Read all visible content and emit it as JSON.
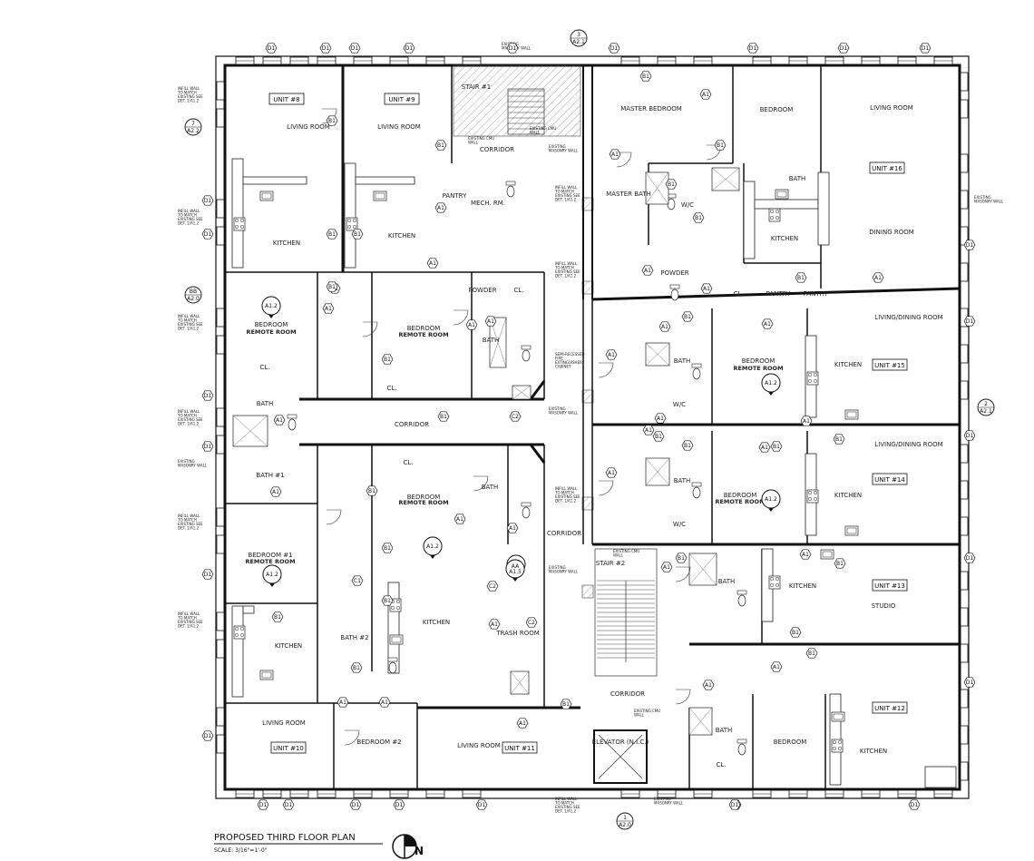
{
  "title": "PROPOSED THIRD FLOOR PLAN",
  "scale": "SCALE: 3/16\"=1'-0\"",
  "north_arrow": "N",
  "refs": {
    "top": "3\nA2.1",
    "left": "BB\nA2.0",
    "left_upper": "7\nA2.2",
    "right": "2\nA2.1",
    "bottom": "1\nA2.0"
  },
  "units": [
    {
      "key": "u8",
      "label": "UNIT #8"
    },
    {
      "key": "u9",
      "label": "UNIT #9"
    },
    {
      "key": "u16",
      "label": "UNIT #16"
    },
    {
      "key": "u15",
      "label": "UNIT #15"
    },
    {
      "key": "u14",
      "label": "UNIT #14"
    },
    {
      "key": "u13",
      "label": "UNIT #13"
    },
    {
      "key": "u12",
      "label": "UNIT #12"
    },
    {
      "key": "u10",
      "label": "UNIT #10"
    },
    {
      "key": "u11",
      "label": "UNIT #11"
    }
  ],
  "rooms": [
    {
      "key": "r1",
      "label": "LIVING ROOM"
    },
    {
      "key": "r2",
      "label": "LIVING ROOM"
    },
    {
      "key": "r3",
      "label": "STAIR #1"
    },
    {
      "key": "r4",
      "label": "CORRIDOR"
    },
    {
      "key": "r5",
      "label": "PANTRY"
    },
    {
      "key": "r6",
      "label": "MECH. RM."
    },
    {
      "key": "r7",
      "label": "KITCHEN"
    },
    {
      "key": "r8",
      "label": "KITCHEN"
    },
    {
      "key": "r9",
      "label": "BEDROOM"
    },
    {
      "key": "r10",
      "label": "REMOTE ROOM"
    },
    {
      "key": "r11",
      "label": "BEDROOM"
    },
    {
      "key": "r12",
      "label": "REMOTE ROOM"
    },
    {
      "key": "r13",
      "label": "POWDER"
    },
    {
      "key": "r14",
      "label": "CL."
    },
    {
      "key": "r15",
      "label": "BATH"
    },
    {
      "key": "r16",
      "label": "CL."
    },
    {
      "key": "r17",
      "label": "CL."
    },
    {
      "key": "r18",
      "label": "BATH"
    },
    {
      "key": "r19",
      "label": "BATH #1"
    },
    {
      "key": "r20",
      "label": "CORRIDOR"
    },
    {
      "key": "r21",
      "label": "CL."
    },
    {
      "key": "r22",
      "label": "BATH"
    },
    {
      "key": "r23",
      "label": "BEDROOM"
    },
    {
      "key": "r24",
      "label": "REMOTE ROOM"
    },
    {
      "key": "r25",
      "label": "BEDROOM #1"
    },
    {
      "key": "r26",
      "label": "REMOTE ROOM"
    },
    {
      "key": "r27",
      "label": "KITCHEN"
    },
    {
      "key": "r28",
      "label": "BATH #2"
    },
    {
      "key": "r29",
      "label": "KITCHEN"
    },
    {
      "key": "r30",
      "label": "TRASH ROOM"
    },
    {
      "key": "r31",
      "label": "CORRIDOR"
    },
    {
      "key": "r32",
      "label": "LIVING ROOM"
    },
    {
      "key": "r33",
      "label": "BEDROOM #2"
    },
    {
      "key": "r34",
      "label": "LIVING ROOM"
    },
    {
      "key": "r35",
      "label": "MASTER BEDROOM"
    },
    {
      "key": "r36",
      "label": "BEDROOM"
    },
    {
      "key": "r37",
      "label": "LIVING ROOM"
    },
    {
      "key": "r38",
      "label": "MASTER BATH"
    },
    {
      "key": "r39",
      "label": "W/C"
    },
    {
      "key": "r40",
      "label": "BATH"
    },
    {
      "key": "r41",
      "label": "KITCHEN"
    },
    {
      "key": "r42",
      "label": "DINING ROOM"
    },
    {
      "key": "r43",
      "label": "POWDER"
    },
    {
      "key": "r44",
      "label": "CL."
    },
    {
      "key": "r45",
      "label": "PANTRY"
    },
    {
      "key": "r46",
      "label": "PANTRY"
    },
    {
      "key": "r47",
      "label": "LIVING/DINING ROOM"
    },
    {
      "key": "r48",
      "label": "BATH"
    },
    {
      "key": "r49",
      "label": "W/C"
    },
    {
      "key": "r50",
      "label": "BEDROOM"
    },
    {
      "key": "r51",
      "label": "REMOTE ROOM"
    },
    {
      "key": "r52",
      "label": "KITCHEN"
    },
    {
      "key": "r53",
      "label": "LIVING/DINING ROOM"
    },
    {
      "key": "r54",
      "label": "BATH"
    },
    {
      "key": "r55",
      "label": "W/C"
    },
    {
      "key": "r56",
      "label": "BEDROOM"
    },
    {
      "key": "r57",
      "label": "REMOTE ROOM"
    },
    {
      "key": "r58",
      "label": "KITCHEN"
    },
    {
      "key": "r59",
      "label": "STAIR #2"
    },
    {
      "key": "r60",
      "label": "BATH"
    },
    {
      "key": "r61",
      "label": "KITCHEN"
    },
    {
      "key": "r62",
      "label": "STUDIO"
    },
    {
      "key": "r63",
      "label": "CORRIDOR"
    },
    {
      "key": "r64",
      "label": "ELEVATOR (N.I.C.)"
    },
    {
      "key": "r65",
      "label": "BATH"
    },
    {
      "key": "r66",
      "label": "CL."
    },
    {
      "key": "r67",
      "label": "BEDROOM"
    },
    {
      "key": "r68",
      "label": "KITCHEN"
    }
  ],
  "notes": [
    {
      "key": "n1",
      "text": "EXISTING MASONRY WALL"
    },
    {
      "key": "n2",
      "text": "EXISTING CMU WALL"
    },
    {
      "key": "n3",
      "text": "EXISTING CMU WALL"
    },
    {
      "key": "n4",
      "text": "EXISTING MASONRY WALL"
    },
    {
      "key": "n5",
      "text": "INFILL WALL TO MATCH EXISTING SEE DET. 1/A1.2"
    },
    {
      "key": "n6",
      "text": "INFILL WALL TO MATCH EXISTING SEE DET. 1/A1.2"
    },
    {
      "key": "n7",
      "text": "SEMI-RECESSED FIRE EXTINGUISHER CABINET"
    },
    {
      "key": "n8",
      "text": "EXISTING MASONRY WALL"
    },
    {
      "key": "n9",
      "text": "INFILL WALL TO MATCH EXISTING SEE DET. 1/A1.2"
    },
    {
      "key": "n10",
      "text": "EXISTING MASONRY WALL"
    },
    {
      "key": "n11",
      "text": "EXISTING CMU WALL"
    },
    {
      "key": "n12",
      "text": "EXISTING CMU WALL"
    },
    {
      "key": "n13",
      "text": "INFILL WALL TO MATCH EXISTING SEE DET. 1/A1.2"
    },
    {
      "key": "n14",
      "text": "EXISTING MASONRY WALL"
    },
    {
      "key": "n15",
      "text": "INFILL WALL TO MATCH EXISTING SEE DET. 1/A1.2"
    },
    {
      "key": "n16",
      "text": "INFILL WALL TO MATCH EXISTING SEE DET. 1/A1.2"
    },
    {
      "key": "n17",
      "text": "INFILL WALL TO MATCH EXISTING SEE DET. 1/A1.2"
    },
    {
      "key": "n18",
      "text": "INFILL WALL TO MATCH EXISTING SEE DET. 1/A1.2"
    },
    {
      "key": "n19",
      "text": "EXISTING MASONRY WALL"
    },
    {
      "key": "n20",
      "text": "INFILL WALL TO MATCH EXISTING SEE DET. 1/A1.2"
    },
    {
      "key": "n21",
      "text": "INFILL WALL TO MATCH EXISTING SEE DET. 1/A1.2"
    },
    {
      "key": "n22",
      "text": "EXISTING MASONRY WALL"
    }
  ],
  "tags": [
    {
      "key": "t1",
      "text": "D1"
    },
    {
      "key": "t2",
      "text": "D1"
    },
    {
      "key": "t3",
      "text": "B1"
    },
    {
      "key": "t4",
      "text": "B1"
    },
    {
      "key": "t5",
      "text": "B1"
    },
    {
      "key": "t6",
      "text": "B1"
    },
    {
      "key": "t7",
      "text": "A1"
    },
    {
      "key": "t8",
      "text": "A1"
    },
    {
      "key": "t9",
      "text": "A1"
    },
    {
      "key": "t10",
      "text": "B1"
    },
    {
      "key": "t11",
      "text": "A1"
    },
    {
      "key": "t12",
      "text": "A1"
    },
    {
      "key": "t13",
      "text": "B1"
    },
    {
      "key": "t14",
      "text": "C2"
    },
    {
      "key": "t15",
      "text": "B1"
    },
    {
      "key": "t16",
      "text": "B1"
    },
    {
      "key": "t17",
      "text": "A1"
    },
    {
      "key": "t18",
      "text": "A1"
    },
    {
      "key": "t19",
      "text": "C1"
    },
    {
      "key": "t20",
      "text": "B1"
    },
    {
      "key": "t21",
      "text": "B1"
    },
    {
      "key": "t22",
      "text": "A1"
    },
    {
      "key": "t23",
      "text": "A1"
    },
    {
      "key": "t24",
      "text": "A1"
    },
    {
      "key": "t25",
      "text": "B1"
    },
    {
      "key": "t26",
      "text": "C2"
    },
    {
      "key": "t27",
      "text": "C2"
    },
    {
      "key": "t28",
      "text": "A1"
    },
    {
      "key": "t29",
      "text": "A1"
    },
    {
      "key": "t30",
      "text": "B1"
    },
    {
      "key": "t31",
      "text": "A1"
    },
    {
      "key": "t32",
      "text": "A1"
    },
    {
      "key": "t33",
      "text": "B1"
    },
    {
      "key": "t34",
      "text": "B1"
    },
    {
      "key": "t35",
      "text": "A1"
    },
    {
      "key": "t36",
      "text": "B1"
    },
    {
      "key": "t37",
      "text": "A1"
    },
    {
      "key": "t38",
      "text": "B1"
    },
    {
      "key": "t39",
      "text": "B1"
    },
    {
      "key": "t40",
      "text": "A1"
    },
    {
      "key": "t41",
      "text": "A1"
    },
    {
      "key": "t42",
      "text": "B1"
    },
    {
      "key": "t43",
      "text": "A1"
    },
    {
      "key": "t44",
      "text": "A1"
    },
    {
      "key": "t45",
      "text": "A1"
    },
    {
      "key": "t46",
      "text": "B1"
    },
    {
      "key": "t47",
      "text": "A1"
    },
    {
      "key": "t48",
      "text": "A1"
    },
    {
      "key": "t49",
      "text": "B1"
    },
    {
      "key": "t50",
      "text": "A1"
    },
    {
      "key": "t51",
      "text": "B1"
    },
    {
      "key": "t52",
      "text": "A1"
    },
    {
      "key": "t53",
      "text": "B1"
    },
    {
      "key": "t54",
      "text": "A1"
    },
    {
      "key": "t55",
      "text": "B1"
    },
    {
      "key": "t56",
      "text": "A1"
    },
    {
      "key": "t57",
      "text": "B1"
    },
    {
      "key": "t58",
      "text": "A1"
    },
    {
      "key": "t59",
      "text": "B1"
    },
    {
      "key": "t60",
      "text": "A1"
    },
    {
      "key": "t61",
      "text": "B1"
    },
    {
      "key": "t62",
      "text": "A1"
    },
    {
      "key": "t63",
      "text": "B1"
    },
    {
      "key": "t64",
      "text": "A1"
    },
    {
      "key": "t65",
      "text": "B1"
    },
    {
      "key": "t66",
      "text": "D1"
    },
    {
      "key": "t67",
      "text": "D1"
    },
    {
      "key": "t68",
      "text": "D1"
    },
    {
      "key": "t69",
      "text": "D1"
    },
    {
      "key": "t70",
      "text": "D1"
    },
    {
      "key": "t71",
      "text": "D1"
    },
    {
      "key": "t72",
      "text": "D1"
    },
    {
      "key": "t73",
      "text": "D1"
    },
    {
      "key": "t74",
      "text": "D1"
    },
    {
      "key": "t75",
      "text": "D1"
    },
    {
      "key": "t76",
      "text": "D1"
    },
    {
      "key": "t77",
      "text": "D1"
    },
    {
      "key": "t78",
      "text": "D1"
    },
    {
      "key": "t79",
      "text": "D1"
    },
    {
      "key": "t80",
      "text": "D1"
    },
    {
      "key": "t81",
      "text": "D1"
    },
    {
      "key": "t82",
      "text": "D1"
    },
    {
      "key": "t83",
      "text": "D1"
    },
    {
      "key": "t84",
      "text": "D1"
    },
    {
      "key": "t85",
      "text": "D1"
    },
    {
      "key": "t86",
      "text": "D1"
    },
    {
      "key": "t87",
      "text": "D1"
    },
    {
      "key": "t88",
      "text": "D1"
    },
    {
      "key": "t89",
      "text": "D1"
    },
    {
      "key": "t90",
      "text": "D1"
    }
  ],
  "detail_refs": [
    {
      "key": "d1",
      "text": "A1.2"
    },
    {
      "key": "d2",
      "text": "A1.2"
    },
    {
      "key": "d3",
      "text": "A1.2"
    },
    {
      "key": "d4",
      "text": "A1.2"
    },
    {
      "key": "d5",
      "text": "A1.2"
    },
    {
      "key": "d6",
      "text": "A1.2"
    },
    {
      "key": "d7",
      "text": "AA\nA1.5"
    }
  ]
}
